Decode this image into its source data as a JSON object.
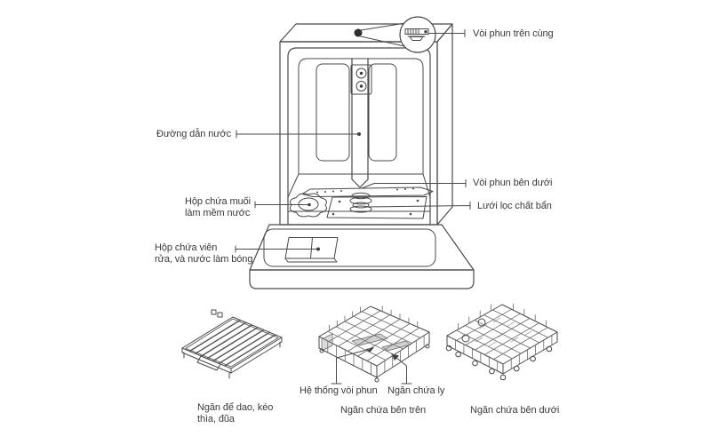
{
  "colors": {
    "background": "#ffffff",
    "line": "#4a4a4a",
    "text": "#3a3a3a"
  },
  "labels": {
    "top_spray_arm": "Vòi phun trên cùng",
    "water_supply_line": "Đường dẫn nước",
    "salt_container": "Hộp chứa muối\nlàm mềm nước",
    "detergent_dispenser": "Hộp chứa viên\nrửa, và nước làm bóng",
    "lower_spray_arm": "Vòi phun bên dưới",
    "dirt_filter": "Lưới lọc chất bẩn",
    "spray_system": "Hệ thống vòi phun",
    "cup_holder": "Ngăn chứa ly",
    "cutlery_tray": "Ngăn để dao, kéo\nthìa, đũa",
    "upper_rack": "Ngăn chứa bên trên",
    "lower_rack": "Ngăn chứa bên dưới"
  }
}
